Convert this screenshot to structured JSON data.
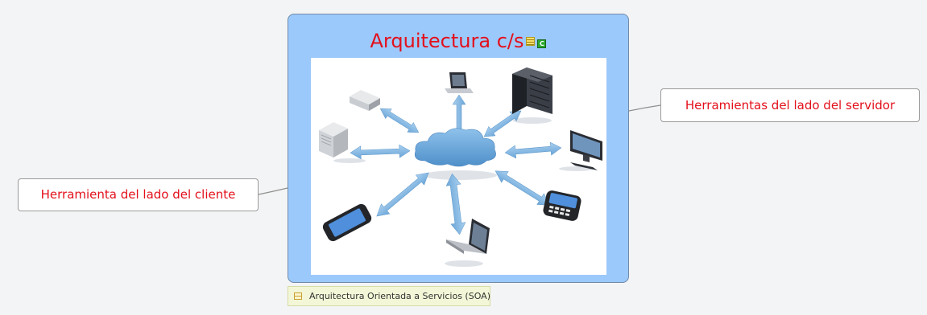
{
  "central_topic": {
    "title": "Arquitectura c/s",
    "markers": [
      "notes-icon",
      "c-icon"
    ],
    "c_marker_letter": "C",
    "image": "network-cloud-devices",
    "background_color": "#9cc9fb",
    "title_color": "#e3101b"
  },
  "branches": {
    "server": {
      "label": "Herramientas del lado del servidor"
    },
    "client": {
      "label": "Herramienta del lado del cliente"
    }
  },
  "attachment": {
    "label": "Arquitectura Orientada a Servicios (SOA)",
    "icon": "list-icon"
  },
  "colors": {
    "canvas": "#f3f4f5",
    "topic_text": "#e3101b",
    "connector": "#8f8f8f"
  }
}
